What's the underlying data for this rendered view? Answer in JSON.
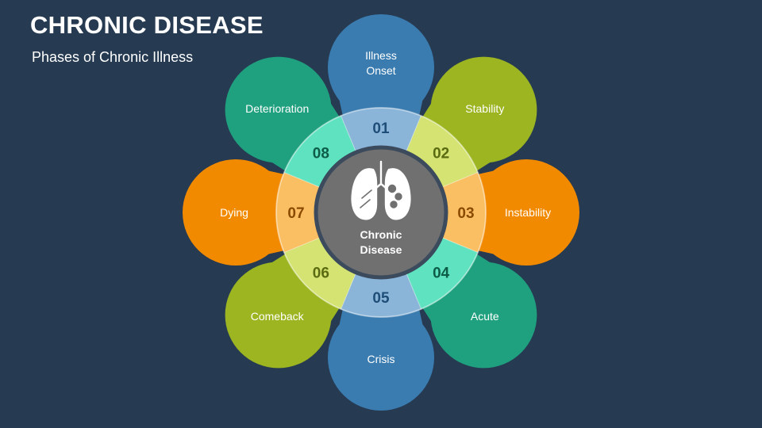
{
  "header": {
    "title": "CHRONIC DISEASE",
    "subtitle": "Phases of Chronic Illness"
  },
  "center": {
    "label_line1": "Chronic",
    "label_line2": "Disease",
    "icon": "lungs-icon"
  },
  "phases": [
    {
      "number": "01",
      "label_line1": "Illness",
      "label_line2": "Onset",
      "petal_color": "#3a7cb0",
      "segment_color": "#8ab4d8",
      "number_color": "#1e4e78"
    },
    {
      "number": "02",
      "label_line1": "Stability",
      "label_line2": "",
      "petal_color": "#9cb521",
      "segment_color": "#d4e372",
      "number_color": "#5a6a10"
    },
    {
      "number": "03",
      "label_line1": "Instability",
      "label_line2": "",
      "petal_color": "#f28a00",
      "segment_color": "#fbbf63",
      "number_color": "#8a4b00"
    },
    {
      "number": "04",
      "label_line1": "Acute",
      "label_line2": "",
      "petal_color": "#1fa07e",
      "segment_color": "#5fe2c0",
      "number_color": "#0d5c47"
    },
    {
      "number": "05",
      "label_line1": "Crisis",
      "label_line2": "",
      "petal_color": "#3a7cb0",
      "segment_color": "#8ab4d8",
      "number_color": "#1e4e78"
    },
    {
      "number": "06",
      "label_line1": "Comeback",
      "label_line2": "",
      "petal_color": "#9cb521",
      "segment_color": "#d4e372",
      "number_color": "#5a6a10"
    },
    {
      "number": "07",
      "label_line1": "Dying",
      "label_line2": "",
      "petal_color": "#f28a00",
      "segment_color": "#fbbf63",
      "number_color": "#8a4b00"
    },
    {
      "number": "08",
      "label_line1": "Deterioration",
      "label_line2": "",
      "petal_color": "#1fa07e",
      "segment_color": "#5fe2c0",
      "number_color": "#0d5c47"
    }
  ],
  "colors": {
    "background": "#263a52",
    "center_fill": "#707070",
    "center_border": "#3b4a5c"
  }
}
